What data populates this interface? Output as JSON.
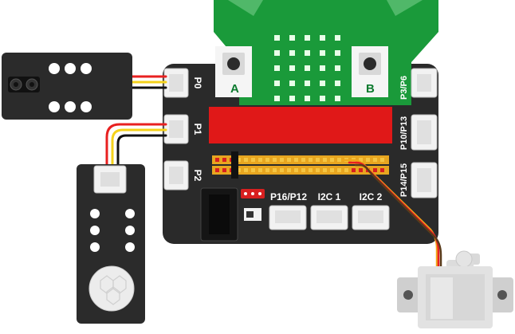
{
  "microbit": {
    "button_a_label": "A",
    "button_b_label": "B"
  },
  "board": {
    "left_ports": [
      "P0",
      "P1",
      "P2"
    ],
    "right_ports": [
      "P3/P6",
      "P10/P13",
      "P14/P15"
    ],
    "bottom_ports": [
      "P16/P12",
      "I2C 1",
      "I2C 2"
    ]
  },
  "colors": {
    "board": "#2a2a2a",
    "microbit_green": "#1a9a3a",
    "red_strip": "#e01818",
    "connector": "#f2f2f2",
    "wire_red": "#e82020",
    "wire_yellow": "#f5d21a",
    "wire_black": "#111111",
    "led": "#e8ffe8"
  },
  "icons": {
    "line_sensor": "line-tracking-sensor",
    "flame_sensor": "flame-sensor-module",
    "servo": "servo-motor",
    "power_jack": "dc-power-jack"
  }
}
